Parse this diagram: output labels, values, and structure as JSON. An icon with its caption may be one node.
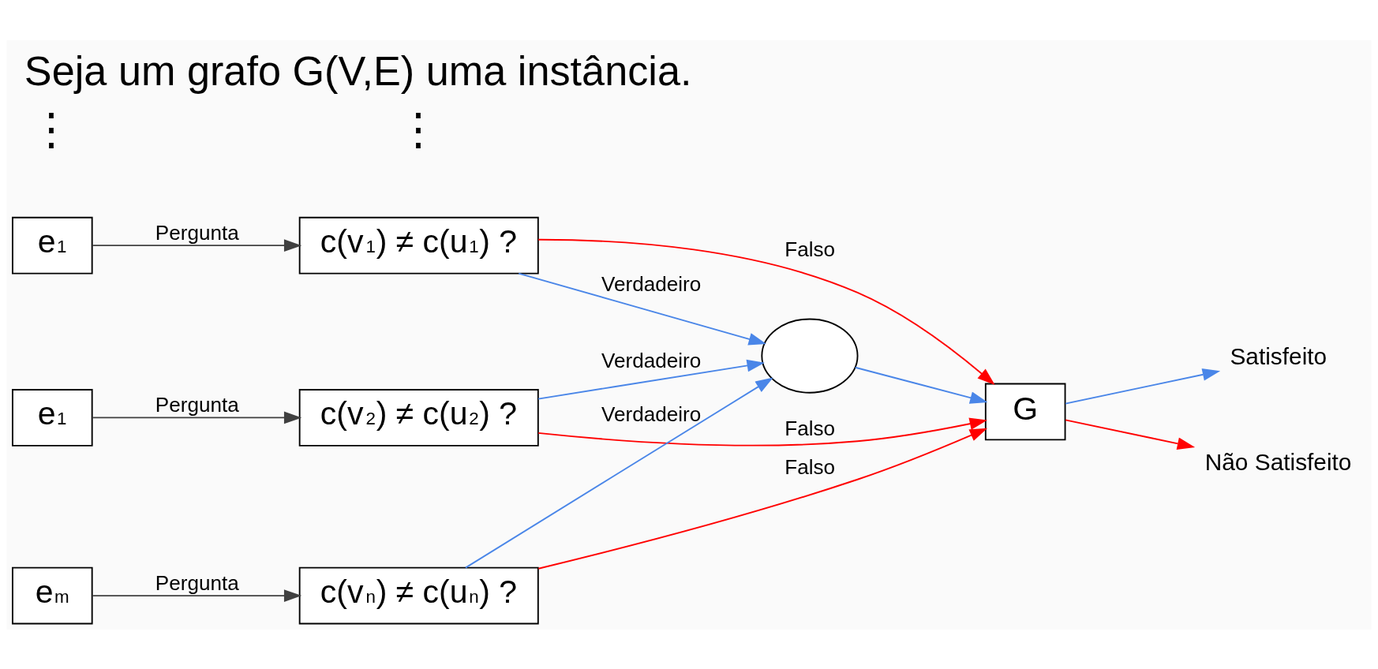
{
  "diagram": {
    "title": "Seja um grafo G(V,E) uma instância.",
    "nodes": [
      {
        "text": [
          "e$_{1}$"
        ]
      },
      {
        "text": [
          "c(v$_{1}$) ≠ c(u$_{1}$) ?"
        ]
      },
      {
        "text": [
          "e$_{1}$"
        ]
      },
      {
        "text": [
          "c(v$_{2}$) ≠ c(u$_{2}$) ?"
        ]
      },
      {
        "text": [
          "e$_{m}$"
        ]
      },
      {
        "text": [
          "c(v$_{n}$) ≠ c(u$_{n}$) ?"
        ]
      },
      {
        "text": [],
        "shape": "circle"
      },
      {
        "text": [
          "G"
        ]
      },
      {
        "text": [
          "Satisfeito"
        ]
      },
      {
        "text": [
          "Não Satisfeito"
        ]
      }
    ],
    "edges": [
      {
        "from": 0,
        "to": 1,
        "arrow": "to",
        "label": "Pergunta",
        "color": "#404040"
      },
      {
        "from": 2,
        "to": 3,
        "arrow": "to",
        "label": "Pergunta",
        "color": "#404040"
      },
      {
        "from": 4,
        "to": 5,
        "arrow": "to",
        "label": "Pergunta",
        "color": "#404040"
      },
      {
        "from": 1,
        "to": 6,
        "arrow": "to",
        "label": "Verdadeiro",
        "color": "#4a86e8"
      },
      {
        "from": 3,
        "to": 6,
        "arrow": "to",
        "label": "Verdadeiro",
        "color": "#4a86e8"
      },
      {
        "from": 5,
        "to": 6,
        "arrow": "to",
        "label": "Verdadeiro",
        "color": "#4a86e8"
      },
      {
        "from": 1,
        "to": 7,
        "arrow": "to",
        "label": "Falso",
        "color": "#ff0000"
      },
      {
        "from": 3,
        "to": 7,
        "arrow": "to",
        "label": "Falso",
        "color": "#ff0000"
      },
      {
        "from": 5,
        "to": 7,
        "arrow": "to",
        "label": "Falso",
        "color": "#ff0000"
      },
      {
        "from": 6,
        "to": 7,
        "arrow": "to",
        "color": "#4a86e8"
      },
      {
        "from": 7,
        "to": 8,
        "arrow": "to",
        "color": "#4a86e8"
      },
      {
        "from": 7,
        "to": 9,
        "arrow": "to",
        "color": "#ff0000"
      }
    ],
    "labels": [
      "⋮",
      "⋮"
    ]
  }
}
